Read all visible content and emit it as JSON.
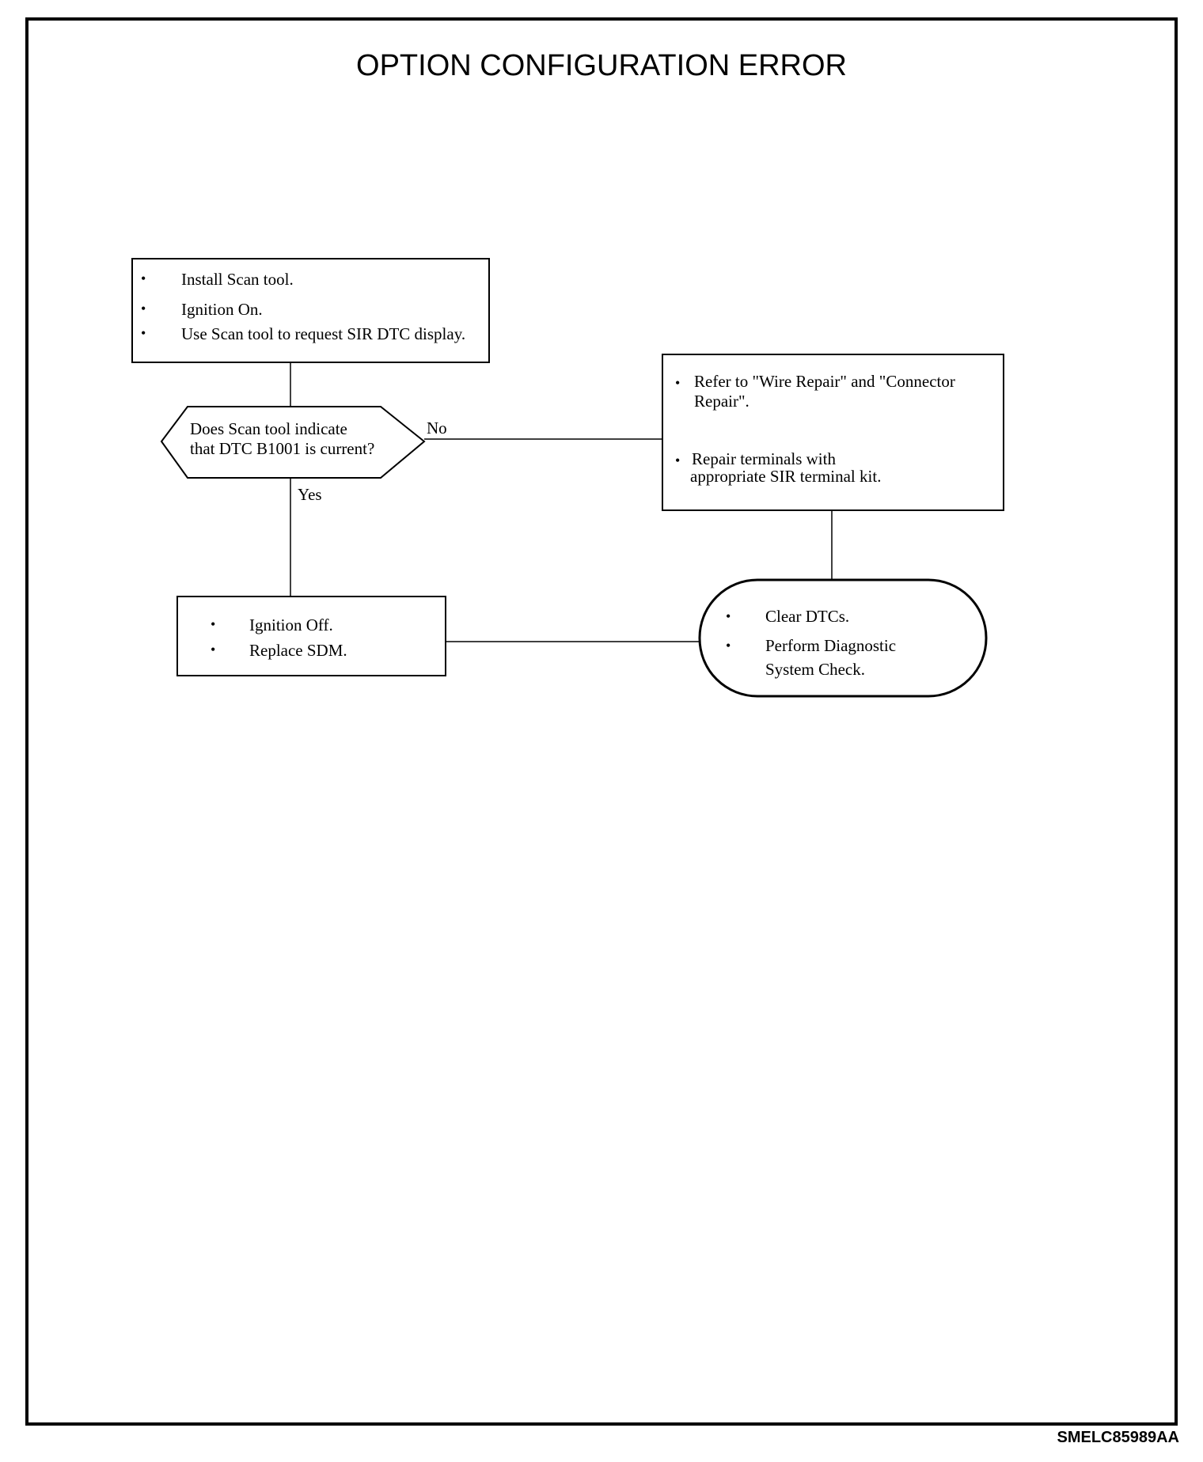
{
  "title": "OPTION CONFIGURATION ERROR",
  "figure_code": "SMELC85989AA",
  "bullet_char": "•",
  "start_box": {
    "items": [
      "Install Scan tool.",
      "Ignition On.",
      "Use Scan tool to request SIR DTC display."
    ]
  },
  "decision": {
    "line1": "Does Scan tool indicate",
    "line2": "that DTC B1001 is current?"
  },
  "labels": {
    "no": "No",
    "yes": "Yes"
  },
  "no_box": {
    "item1_line1": "Refer to \"Wire Repair\" and \"Connector",
    "item1_line2": "Repair\".",
    "item2_line1": "Repair terminals with",
    "item2_line2": "appropriate SIR terminal kit."
  },
  "yes_box": {
    "items": [
      "Ignition Off.",
      "Replace SDM."
    ]
  },
  "end_box": {
    "item1": "Clear DTCs.",
    "item2_line1": "Perform Diagnostic",
    "item2_line2": "System Check."
  }
}
